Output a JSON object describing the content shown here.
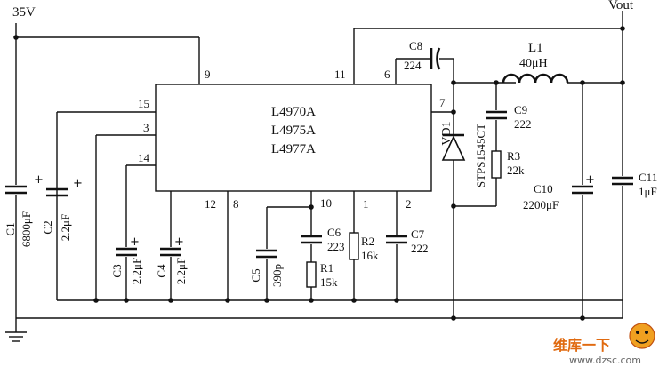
{
  "supply": {
    "label": "35V"
  },
  "output": {
    "label": "Vout"
  },
  "ic": {
    "parts": [
      "L4970A",
      "L4975A",
      "L4977A"
    ]
  },
  "pins": {
    "p1": "1",
    "p2": "2",
    "p3": "3",
    "p7": "7",
    "p8": "8",
    "p6": "6",
    "p9": "9",
    "p10": "10",
    "p11": "11",
    "p12": "12",
    "p14": "14",
    "p15": "15"
  },
  "components": {
    "c1": {
      "name": "C1",
      "value": "6800μF"
    },
    "c2": {
      "name": "C2",
      "value": "2.2μF"
    },
    "c3": {
      "name": "C3",
      "value": "2.2μF"
    },
    "c4": {
      "name": "C4",
      "value": "2.2μF"
    },
    "c5": {
      "name": "C5",
      "value": "390p"
    },
    "c6": {
      "name": "C6",
      "value": "223"
    },
    "c7": {
      "name": "C7",
      "value": "222"
    },
    "c8": {
      "name": "C8",
      "value": "224"
    },
    "c9": {
      "name": "C9",
      "value": "222"
    },
    "c10": {
      "name": "C10",
      "value": "2200μF"
    },
    "c11": {
      "name": "C11",
      "value": "1μF"
    },
    "r1": {
      "name": "R1",
      "value": "15k"
    },
    "r2": {
      "name": "R2",
      "value": "16k"
    },
    "r3": {
      "name": "R3",
      "value": "22k"
    },
    "l1": {
      "name": "L1",
      "value": "40μH"
    },
    "vd1": {
      "name": "VD1",
      "part": "STPS1545CT"
    }
  },
  "polarity": "+",
  "watermark": {
    "site": "www.dzsc.com",
    "text": "维库一下"
  }
}
